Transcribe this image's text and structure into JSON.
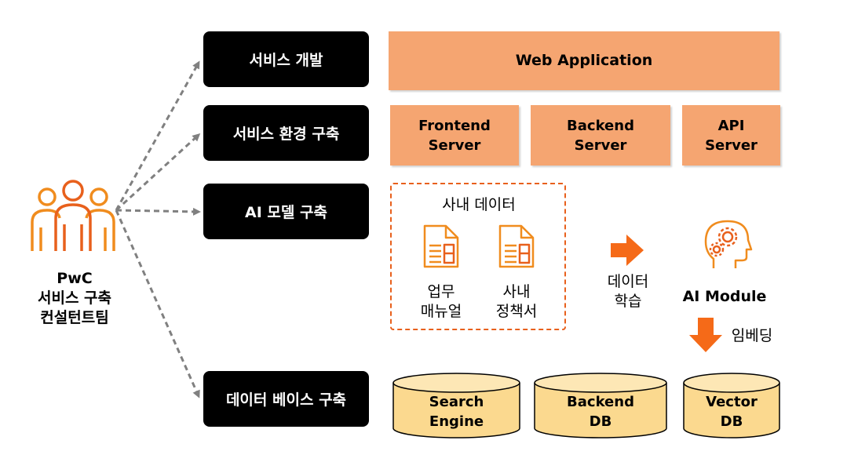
{
  "consultant": {
    "name": "PwC",
    "team_line1": "서비스 구축",
    "team_line2": "컨설턴트팀",
    "icon": "people-group-icon"
  },
  "stages": [
    {
      "label": "서비스 개발"
    },
    {
      "label": "서비스 환경 구축"
    },
    {
      "label": "AI 모델 구축"
    },
    {
      "label": "데이터 베이스 구축"
    }
  ],
  "web_app": {
    "label": "Web Application"
  },
  "servers": [
    {
      "line1": "Frontend",
      "line2": "Server"
    },
    {
      "line1": "Backend",
      "line2": "Server"
    },
    {
      "line1": "API",
      "line2": "Server"
    }
  ],
  "internal_data": {
    "title": "사내 데이터",
    "docs": [
      {
        "line1": "업무",
        "line2": "매뉴얼",
        "icon": "document-icon"
      },
      {
        "line1": "사내",
        "line2": "정책서",
        "icon": "document-icon"
      }
    ]
  },
  "training": {
    "line1": "데이터",
    "line2": "학습",
    "icon": "arrow-right-icon"
  },
  "ai_module": {
    "label": "AI Module",
    "icon": "head-gears-icon"
  },
  "embedding": {
    "label": "임베딩",
    "icon": "arrow-down-icon"
  },
  "databases": [
    {
      "line1": "Search",
      "line2": "Engine"
    },
    {
      "line1": "Backend",
      "line2": "DB"
    },
    {
      "line1": "Vector",
      "line2": "DB"
    }
  ],
  "colors": {
    "accent_orange": "#e8601c",
    "box_orange": "#f5a571",
    "db_fill": "#fbd98f",
    "stage_bg": "#000000",
    "dashed_arrow": "#808080"
  }
}
